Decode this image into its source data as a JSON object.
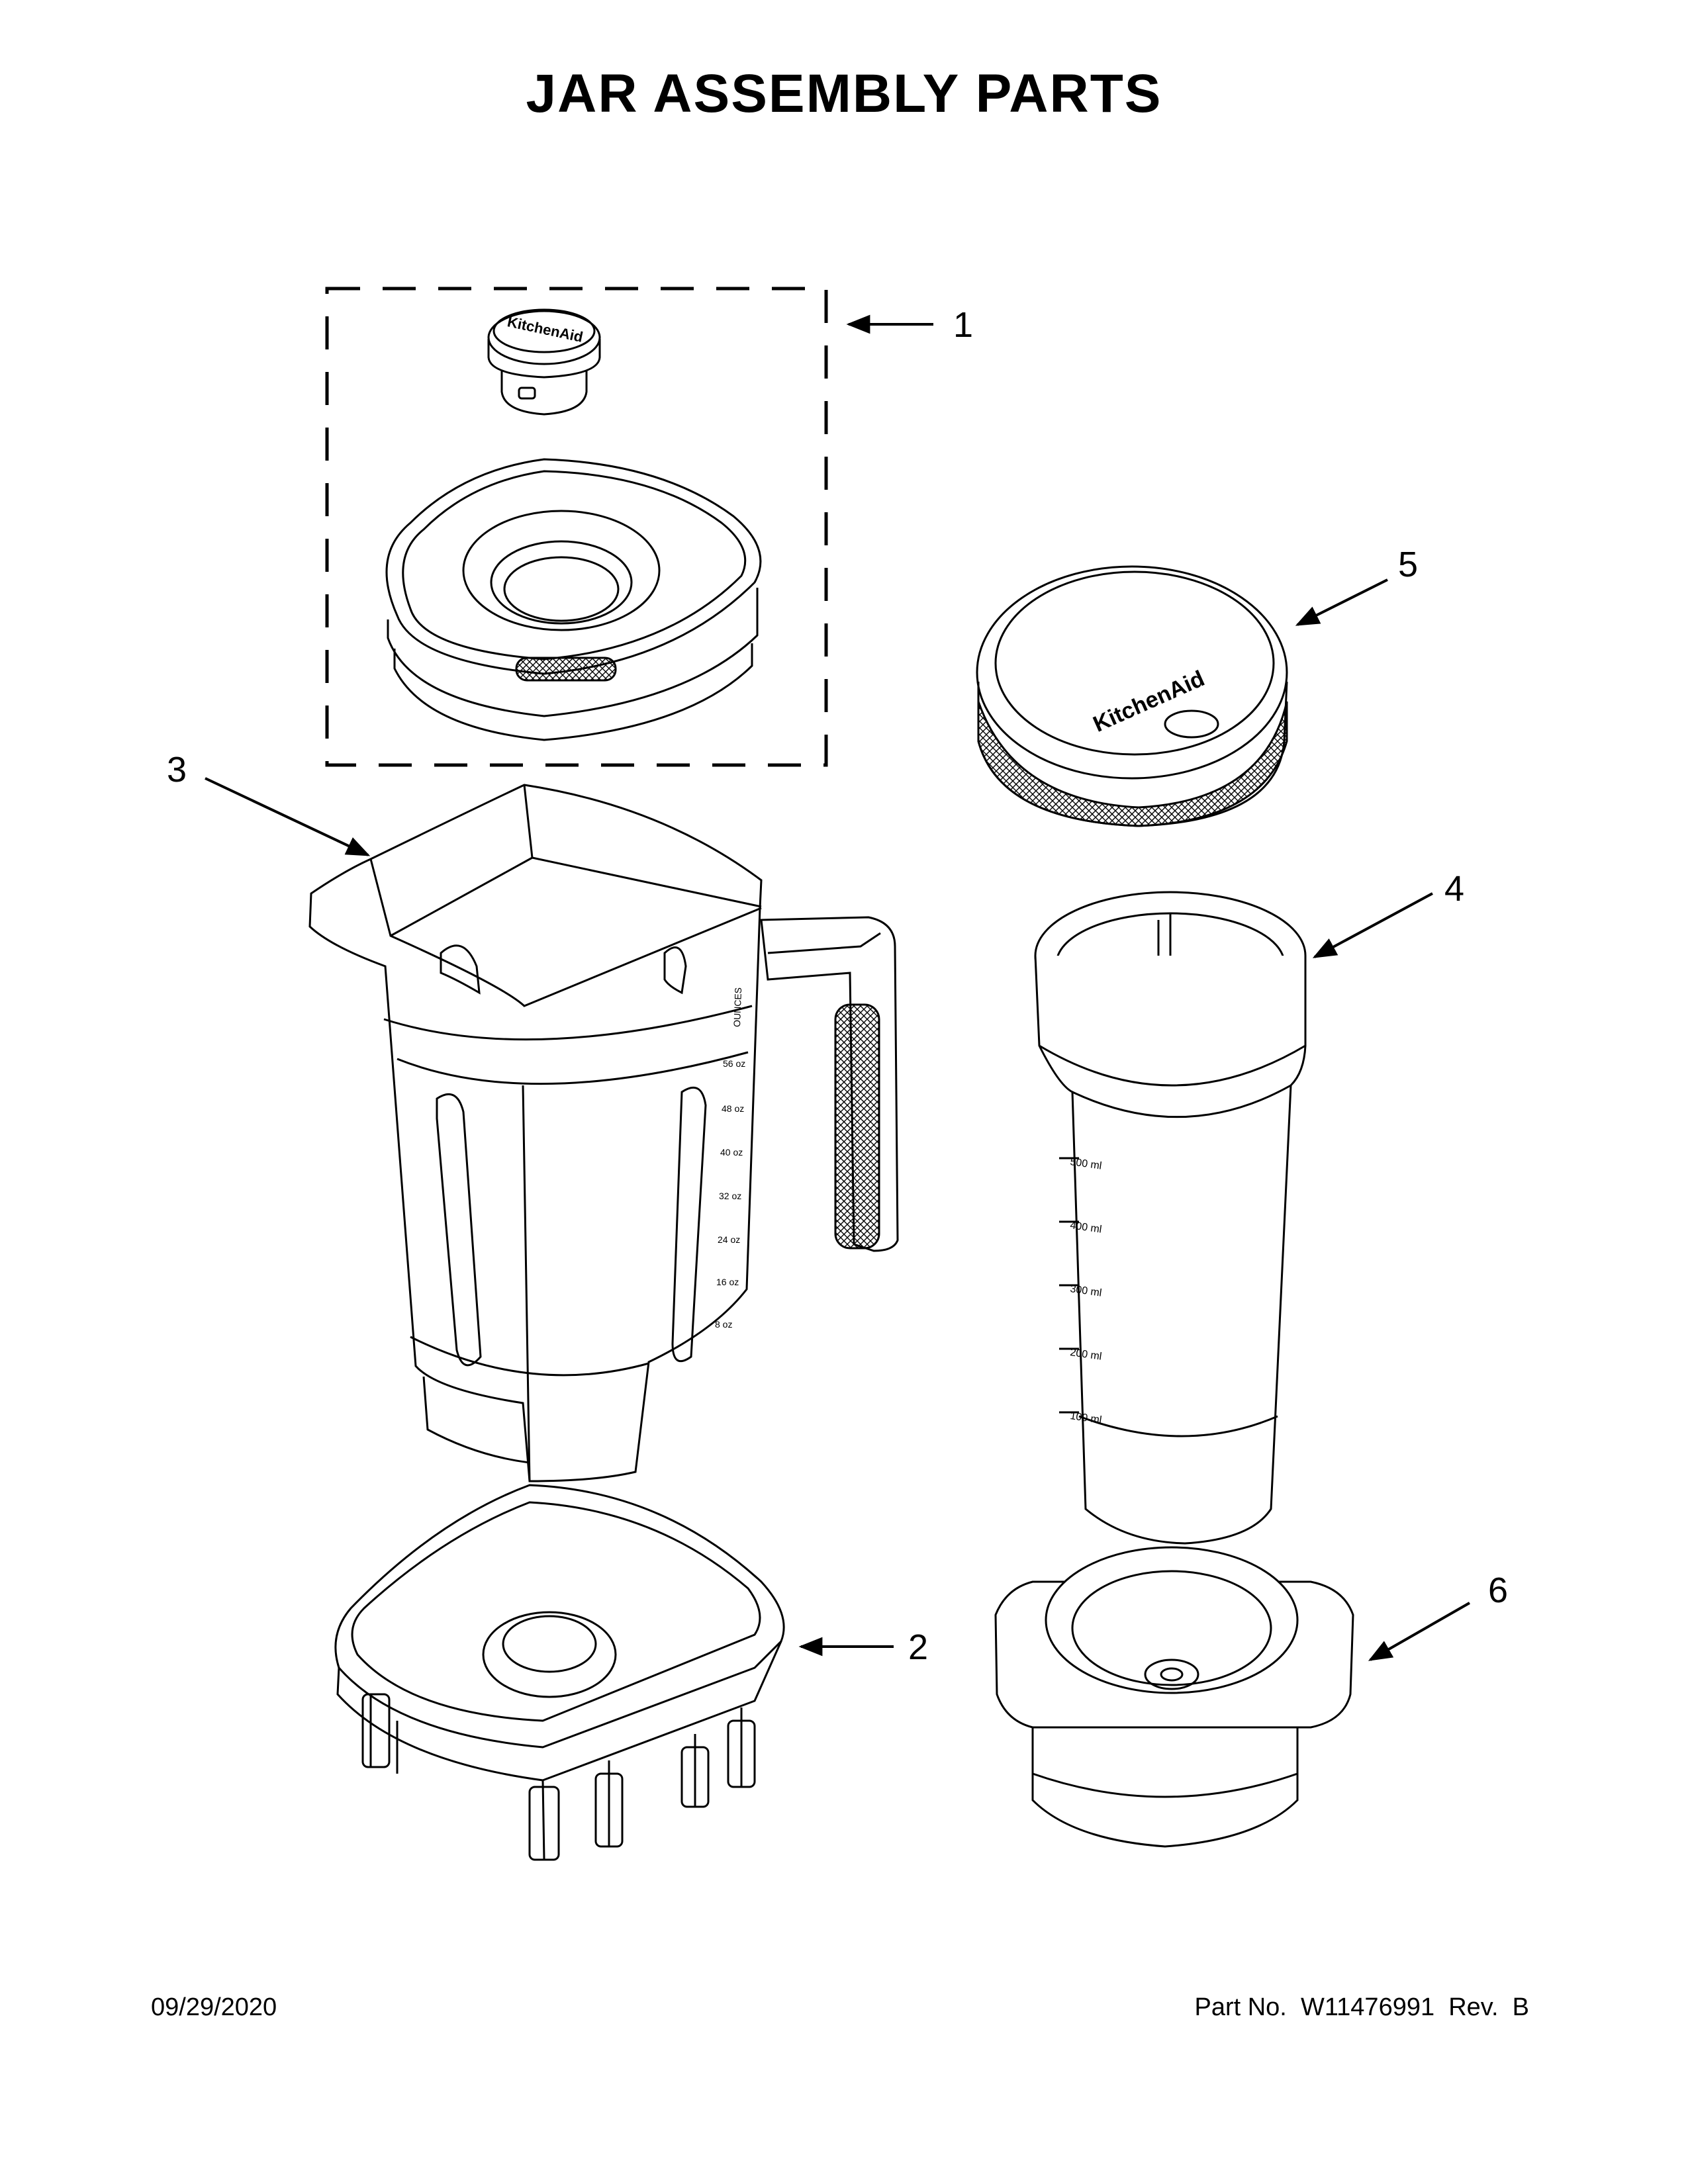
{
  "title": "JAR ASSEMBLY PARTS",
  "callouts": {
    "c1": "1",
    "c2": "2",
    "c3": "3",
    "c4": "4",
    "c5": "5",
    "c6": "6"
  },
  "brand_text": "KitchenAid",
  "jar_markings": [
    "OUNCES",
    "56 oz",
    "48 oz",
    "40 oz",
    "32 oz",
    "24 oz",
    "16 oz",
    "8 oz"
  ],
  "cup_markings": [
    "500 ml",
    "400 ml",
    "300 ml",
    "200 ml",
    "100 ml"
  ],
  "footer": {
    "date": "09/29/2020",
    "part": "Part No.  W11476991  Rev.  B"
  },
  "colors": {
    "line": "#000000",
    "background": "#ffffff",
    "grip": "#555555"
  }
}
